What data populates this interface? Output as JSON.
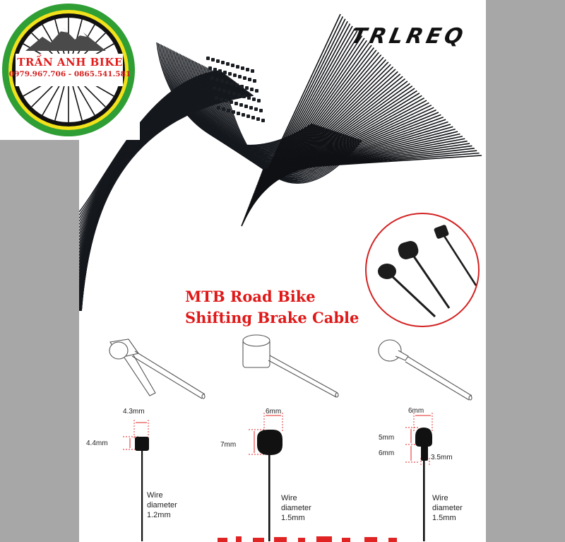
{
  "shop": {
    "name": "TRẦN ANH BIKE",
    "phone": "0979.967.706 - 0865.541.581"
  },
  "brand": {
    "logo_text": "TRLREQ"
  },
  "product": {
    "title_line1": "MTB Road Bike",
    "title_line2": "Shifting Brake Cable"
  },
  "cable_types": [
    {
      "head_width": "4.3mm",
      "head_height": "4.4mm",
      "wire_label_1": "Wire",
      "wire_label_2": "diameter",
      "wire_diameter": "1.2mm"
    },
    {
      "head_width": "6mm",
      "head_height": "7mm",
      "wire_label_1": "Wire",
      "wire_label_2": "diameter",
      "wire_diameter": "1.5mm"
    },
    {
      "head_width": "6mm",
      "head_height_top": "5mm",
      "head_height_bottom": "6mm",
      "neck_width": "3.5mm",
      "wire_label_1": "Wire",
      "wire_label_2": "diameter",
      "wire_diameter": "1.5mm"
    }
  ],
  "colors": {
    "title": "#e01818",
    "accent_circle": "#d32222",
    "shop_green": "#2f9e34",
    "shop_yellow": "#f2e21b",
    "side_panel": "#a7a7a7"
  }
}
